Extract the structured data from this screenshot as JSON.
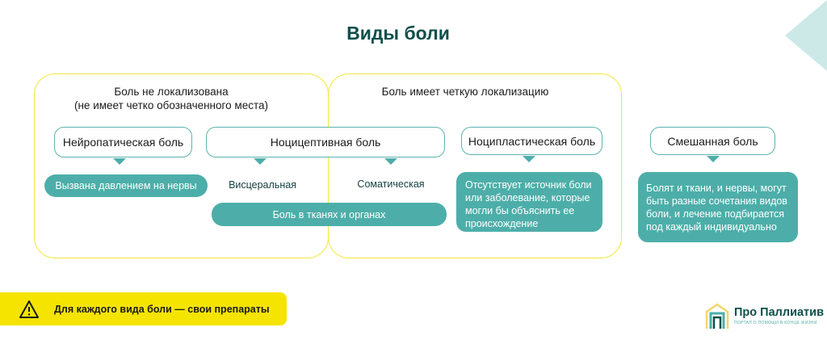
{
  "title": "Виды боли",
  "groups": {
    "unlocalized": {
      "heading_line1": "Боль не локализована",
      "heading_line2": "(не имеет четко обозначенного места)"
    },
    "localized": {
      "heading": "Боль имеет четкую локализацию"
    }
  },
  "types": {
    "neuropathic": {
      "label": "Нейропатическая боль",
      "description": "Вызвана давлением на нервы"
    },
    "nociceptive": {
      "label": "Ноцицептивная боль",
      "subtypes": [
        "Висцеральная",
        "Соматическая"
      ],
      "description": "Боль в тканях и органах"
    },
    "nociplastic": {
      "label": "Ноципластическая боль",
      "description": "Отсутствует источник боли или заболевание, которые могли бы объяснить ее происхождение"
    },
    "mixed": {
      "label": "Смешанная боль",
      "description": "Болят и ткани, и нервы, могут быть разные сочетания видов боли, и лечение подбирается под каждый индивидуально"
    }
  },
  "warning": {
    "icon": "warning-triangle-icon",
    "text": "Для каждого вида боли — свои препараты"
  },
  "logo": {
    "name": "Про Паллиатив",
    "tagline": "ПОРТАЛ О ПОМОЩИ В КОНЦЕ ЖИЗНИ"
  },
  "colors": {
    "teal": "#4daea9",
    "dark_teal": "#0e4f4a",
    "yellow": "#f5e400",
    "outline_yellow": "#f3e63c"
  }
}
